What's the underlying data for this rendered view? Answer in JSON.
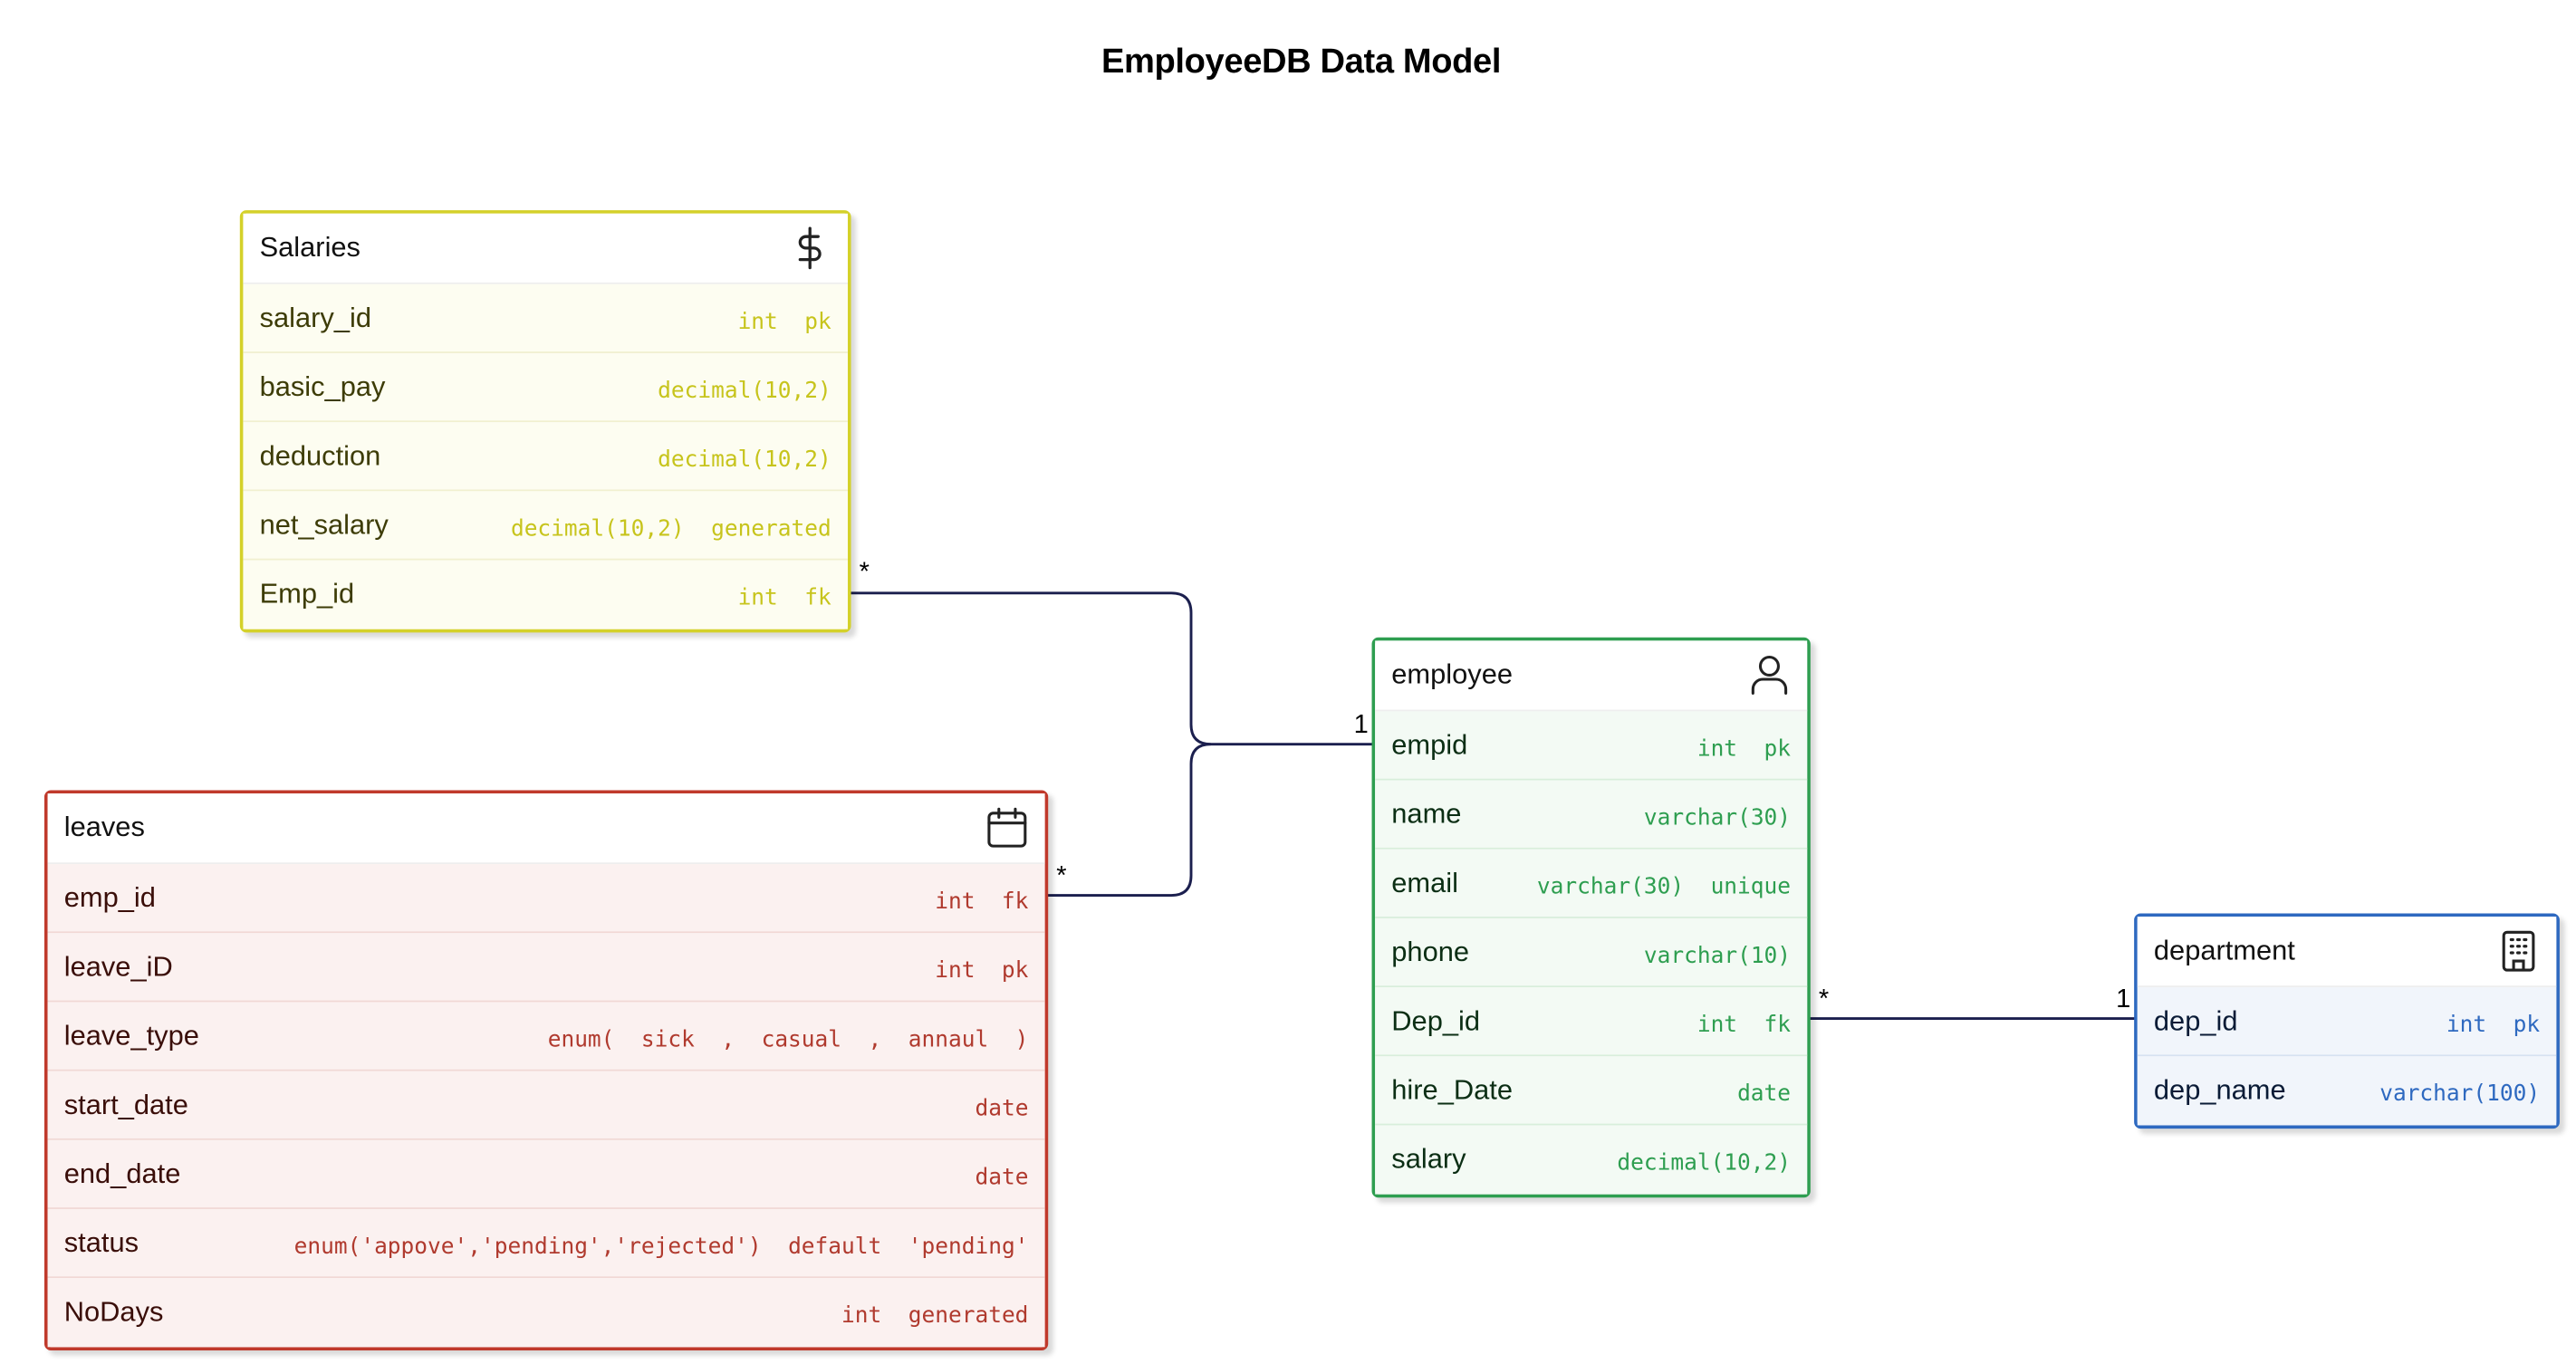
{
  "title": "EmployeeDB Data Model",
  "tables": {
    "salaries": {
      "name": "Salaries",
      "icon": "dollar-icon",
      "columns": [
        {
          "name": "salary_id",
          "type": "int  pk"
        },
        {
          "name": "basic_pay",
          "type": "decimal(10,2)"
        },
        {
          "name": "deduction",
          "type": "decimal(10,2)"
        },
        {
          "name": "net_salary",
          "type": "decimal(10,2)  generated"
        },
        {
          "name": "Emp_id",
          "type": "int  fk"
        }
      ]
    },
    "leaves": {
      "name": "leaves",
      "icon": "calendar-icon",
      "columns": [
        {
          "name": "emp_id",
          "type": "int  fk"
        },
        {
          "name": "leave_iD",
          "type": "int  pk"
        },
        {
          "name": "leave_type",
          "type": "enum(  sick  ,  casual  ,  annaul  )"
        },
        {
          "name": "start_date",
          "type": "date"
        },
        {
          "name": "end_date",
          "type": "date"
        },
        {
          "name": "status",
          "type": "enum('appove','pending','rejected')  default  'pending'"
        },
        {
          "name": "NoDays",
          "type": "int  generated"
        }
      ]
    },
    "employee": {
      "name": "employee",
      "icon": "user-icon",
      "columns": [
        {
          "name": "empid",
          "type": "int  pk"
        },
        {
          "name": "name",
          "type": "varchar(30)"
        },
        {
          "name": "email",
          "type": "varchar(30)  unique"
        },
        {
          "name": "phone",
          "type": "varchar(10)"
        },
        {
          "name": "Dep_id",
          "type": "int  fk"
        },
        {
          "name": "hire_Date",
          "type": "date"
        },
        {
          "name": "salary",
          "type": "decimal(10,2)"
        }
      ]
    },
    "department": {
      "name": "department",
      "icon": "building-icon",
      "columns": [
        {
          "name": "dep_id",
          "type": "int  pk"
        },
        {
          "name": "dep_name",
          "type": "varchar(100)"
        }
      ]
    }
  },
  "relationships": [
    {
      "from": "Salaries.Emp_id",
      "to": "employee.empid",
      "from_card": "*",
      "to_card": "1"
    },
    {
      "from": "leaves.emp_id",
      "to": "employee.empid",
      "from_card": "*",
      "to_card": "1"
    },
    {
      "from": "employee.Dep_id",
      "to": "department.dep_id",
      "from_card": "*",
      "to_card": "1"
    }
  ],
  "colors": {
    "salaries": "#d4d12a",
    "leaves": "#c0392b",
    "employee": "#2e9e50",
    "department": "#2e69c0",
    "link": "#1b1f4e"
  }
}
